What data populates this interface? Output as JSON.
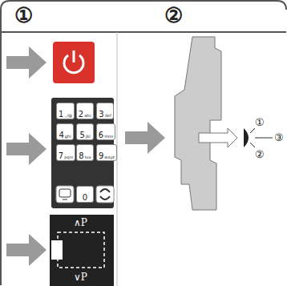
{
  "diagram": {
    "nodes": [
      {
        "text": [
          "1",
          ".,/@"
        ]
      },
      {
        "text": [
          "2",
          "abc"
        ]
      },
      {
        "text": [
          "3",
          "def"
        ]
      },
      {
        "text": [
          "4",
          "ghi"
        ]
      },
      {
        "text": [
          "5",
          "jkl"
        ]
      },
      {
        "text": [
          "6",
          "mno"
        ]
      },
      {
        "text": [
          "7",
          "pqrs"
        ]
      },
      {
        "text": [
          "8",
          "tuv"
        ]
      },
      {
        "text": [
          "9",
          "wxyz"
        ]
      },
      {
        "text": [
          "0"
        ]
      }
    ],
    "labels": [
      "①",
      "②",
      "∧P",
      "∨P",
      "①",
      "②",
      "③"
    ]
  }
}
